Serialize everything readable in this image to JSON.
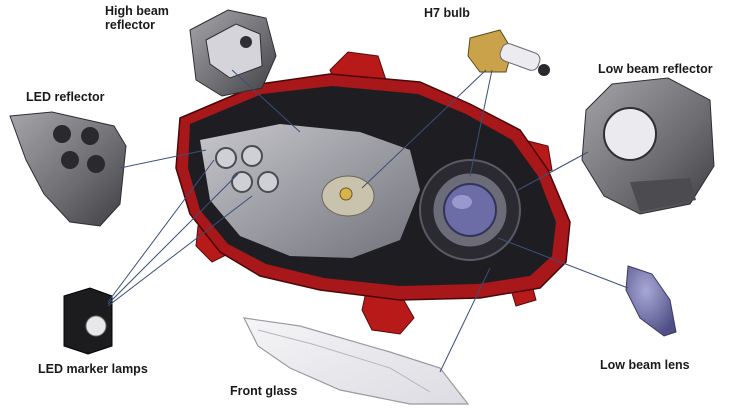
{
  "labels": {
    "high_beam_reflector": "High beam\nreflector",
    "h7_bulb": "H7 bulb",
    "low_beam_reflector": "Low beam reflector",
    "led_reflector": "LED reflector",
    "led_marker_lamps": "LED marker lamps",
    "front_glass": "Front glass",
    "low_beam_lens": "Low beam lens"
  },
  "colors": {
    "housing_red": "#b81a1a",
    "housing_dark": "#1e1e22",
    "part_gray": "#7a7a7e",
    "leader_line": "#3a4f7a",
    "lens_blue": "#6f6fa8"
  }
}
